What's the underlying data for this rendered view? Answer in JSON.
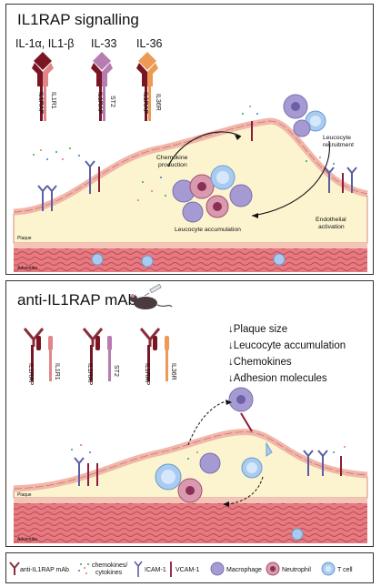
{
  "top_panel": {
    "title": "IL1RAP signalling",
    "ligands": [
      "IL-1α, IL1-β",
      "IL-33",
      "IL-36"
    ],
    "receptor_pairs": [
      {
        "left": "IL1RAP",
        "right": "IL1R1",
        "color": "#e0868b"
      },
      {
        "left": "IL1RAP",
        "right": "ST2",
        "color": "#b77cb0"
      },
      {
        "left": "IL1RAP",
        "right": "IL36R",
        "color": "#ec9a54"
      }
    ],
    "labels": {
      "chemokine": [
        "Chemokine",
        "production"
      ],
      "recruitment": [
        "Leucocyte",
        "recruitment"
      ],
      "accumulation": "Leucocyte accumulation",
      "endothelial": [
        "Endothelial",
        "activation"
      ],
      "plaque": "Plaque",
      "adventitia": "Adventitia"
    }
  },
  "bottom_panel": {
    "title": "anti-IL1RAP mAb",
    "receptor_pairs": [
      {
        "left": "IL1RAP",
        "right": "IL1R1",
        "color": "#e0868b"
      },
      {
        "left": "IL1RAP",
        "right": "ST2",
        "color": "#b77cb0"
      },
      {
        "left": "IL1RAP",
        "right": "IL36R",
        "color": "#ec9a54"
      }
    ],
    "effects": [
      "↓Plaque size",
      "↓Leucocyte accumulation",
      "↓Chemokines",
      "↓Adhesion molecules"
    ],
    "labels": {
      "plaque": "Plaque",
      "adventitia": "Adventitia"
    }
  },
  "legend": {
    "antibody": "anti-IL1RAP mAb",
    "chemokines": [
      "chemokines/",
      "cytokines"
    ],
    "icam": "ICAM-1",
    "vcam": "VCAM-1",
    "macrophage": "Macrophage",
    "neutrophil": "Neutrophil",
    "tcell": "T cell"
  },
  "colors": {
    "il1rap": "#7a1524",
    "il1r1": "#e0868b",
    "st2": "#b77cb0",
    "il36r": "#ec9a54",
    "antibody": "#8b2e3c",
    "plaque": "#fbf4cf",
    "endothelium": "#f2b6aa",
    "adventitia": "#e67a80",
    "macrophage": "#a59ad1",
    "neutrophil": "#d99ab0",
    "tcell": "#a9cbf0"
  }
}
